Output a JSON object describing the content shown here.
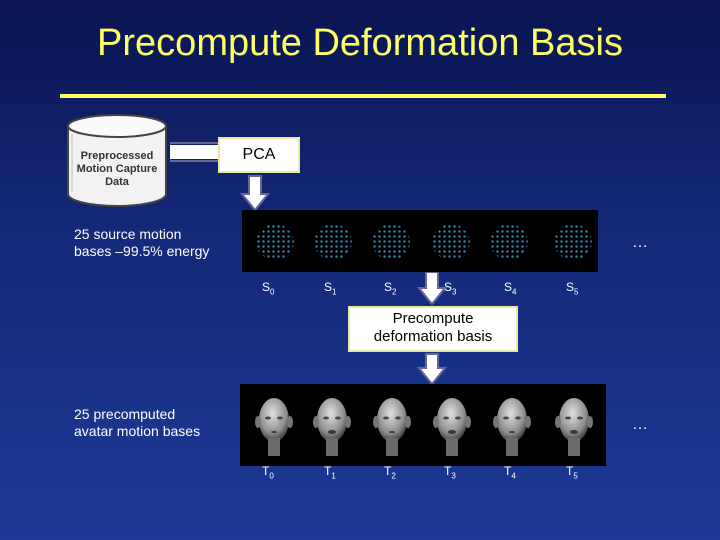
{
  "title": "Precompute Deformation Basis",
  "database_label": [
    "Preprocessed",
    "Motion Capture",
    "Data"
  ],
  "pca_label": "PCA",
  "precompute_label": [
    "Precompute",
    "deformation basis"
  ],
  "source_label": [
    "25 source motion",
    "bases –99.5% energy"
  ],
  "avatar_label": [
    "25 precomputed",
    "avatar motion bases"
  ],
  "ellipsis": "…",
  "source_bases": [
    {
      "letter": "S",
      "sub": "0"
    },
    {
      "letter": "S",
      "sub": "1"
    },
    {
      "letter": "S",
      "sub": "2"
    },
    {
      "letter": "S",
      "sub": "3"
    },
    {
      "letter": "S",
      "sub": "4"
    },
    {
      "letter": "S",
      "sub": "5"
    }
  ],
  "target_bases": [
    {
      "letter": "T",
      "sub": "0"
    },
    {
      "letter": "T",
      "sub": "1"
    },
    {
      "letter": "T",
      "sub": "2"
    },
    {
      "letter": "T",
      "sub": "3"
    },
    {
      "letter": "T",
      "sub": "4"
    },
    {
      "letter": "T",
      "sub": "5"
    }
  ],
  "colors": {
    "title": "#ffff66",
    "arrow_fill": "#ffffff",
    "arrow_stroke": "#666699"
  }
}
